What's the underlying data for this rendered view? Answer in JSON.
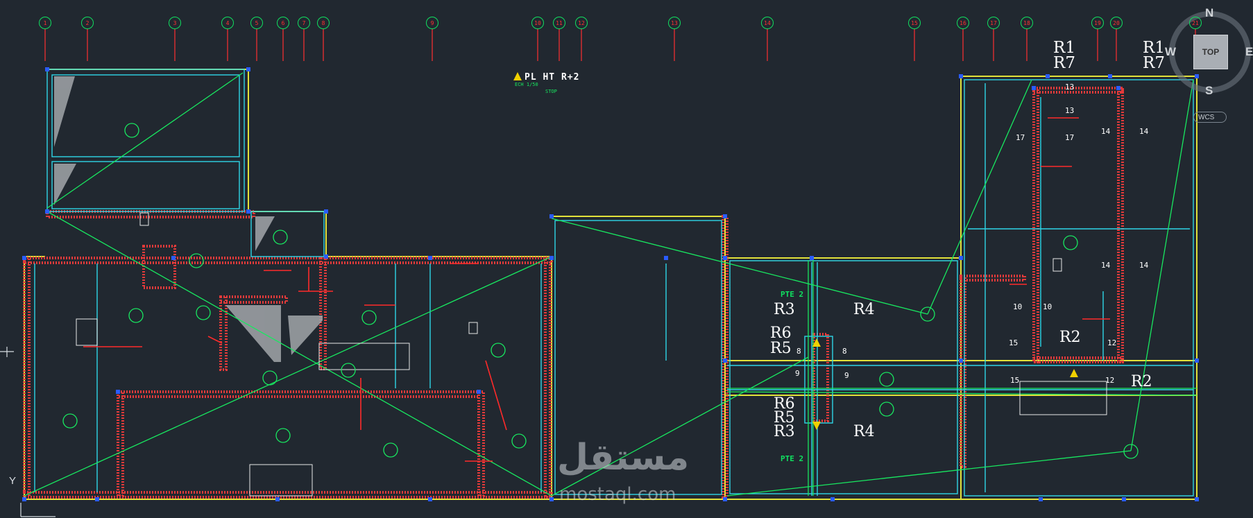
{
  "grid_axes": [
    "1",
    "2",
    "3",
    "4",
    "5",
    "6",
    "7",
    "8",
    "9",
    "10",
    "11",
    "12",
    "13",
    "14",
    "15",
    "16",
    "17",
    "18",
    "19",
    "20",
    "21"
  ],
  "plan": {
    "title": "PL HT R+2",
    "scale": "ECH 1/50",
    "note": "STOP"
  },
  "section_labels": {
    "r1_a": "R1",
    "r7_a": "R7",
    "r1_b": "R1",
    "r7_b": "R7",
    "r3_top": "R3",
    "r4_top": "R4",
    "r6_top": "R6",
    "r5_top": "R5",
    "r6_bot": "R6",
    "r5_bot": "R5",
    "r3_bot": "R3",
    "r4_bot": "R4",
    "r2_a": "R2",
    "r2_b": "R2",
    "pte_top": "PTE 2",
    "pte_bot": "PTE 2"
  },
  "room_numbers": [
    "13",
    "13",
    "17",
    "17",
    "14",
    "14",
    "14",
    "14",
    "10",
    "10",
    "15",
    "15",
    "12",
    "12",
    "8",
    "8",
    "9",
    "9"
  ],
  "view_cube": {
    "top": "TOP",
    "north": "N",
    "south": "S",
    "east": "E",
    "west": "W",
    "wcs": "WCS"
  },
  "watermark": {
    "arabic": "مستقل",
    "latin": "mostaql.com"
  },
  "ucs": {
    "y": "Y"
  },
  "colors": {
    "bg": "#212830",
    "wall_red": "#e23a3a",
    "wall_yellow": "#e2e23a",
    "cyan": "#2fd6e8",
    "green": "#18e860",
    "blue": "#2a5cff"
  }
}
